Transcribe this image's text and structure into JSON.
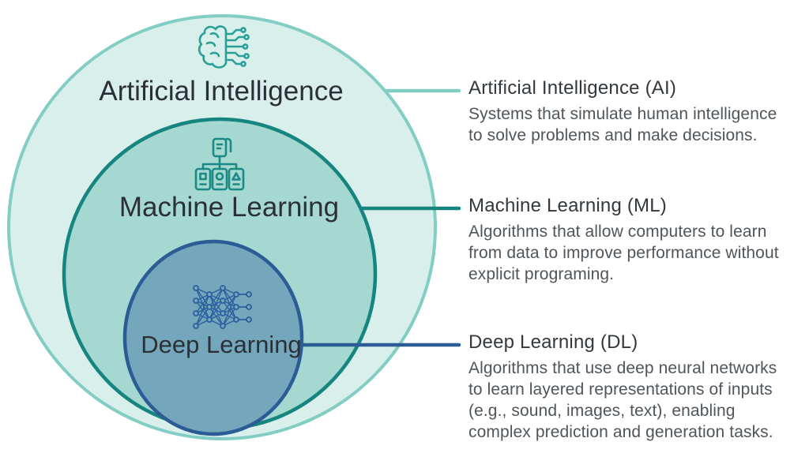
{
  "diagram": {
    "rings": [
      {
        "id": "artificial-intelligence",
        "label": "Artificial Intelligence",
        "fill": "#d8efeb",
        "border": "#82cdc4",
        "icon": "brain-circuit-icon",
        "icon_color": "#2aa096"
      },
      {
        "id": "machine-learning",
        "label": "Machine Learning",
        "fill": "#a5d8d1",
        "border": "#17857f",
        "icon": "model-tree-icon",
        "icon_color": "#1b8a84"
      },
      {
        "id": "deep-learning",
        "label": "Deep Learning",
        "fill": "#74a7bb",
        "border": "#2b5c96",
        "icon": "neural-network-icon",
        "icon_color": "#2b5f9e"
      }
    ]
  },
  "legend": {
    "entries": [
      {
        "heading": "Artificial Intelligence (AI)",
        "body": "Systems that simulate human intelligence to solve problems and make decisions.",
        "accent": "#82cdc4"
      },
      {
        "heading": "Machine Learning (ML)",
        "body": "Algorithms that allow computers to learn from data to improve performance without explicit programing.",
        "accent": "#17857f"
      },
      {
        "heading": "Deep Learning (DL)",
        "body": "Algorithms that use deep neural networks to learn layered representations of inputs (e.g., sound, images, text), enabling complex prediction and generation tasks.",
        "accent": "#2b5c96"
      }
    ]
  }
}
